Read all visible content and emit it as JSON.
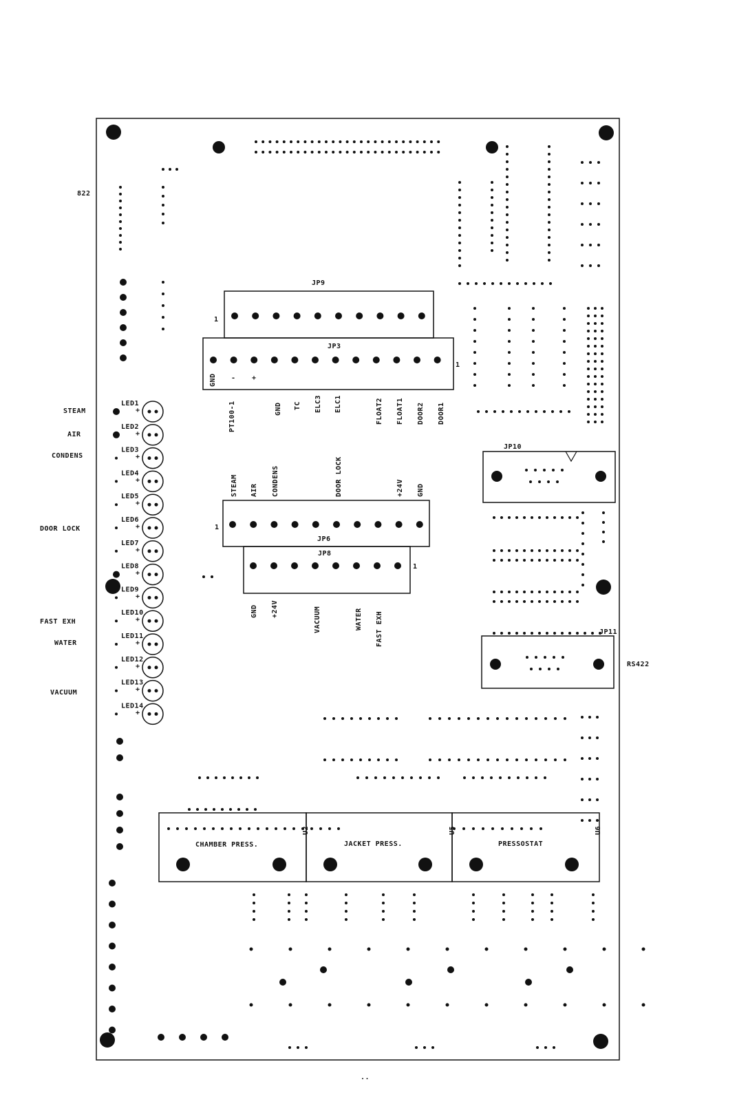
{
  "board": {
    "id_label": "822",
    "footer_mark": ".."
  },
  "side_labels": {
    "steam": "STEAM",
    "air": "AIR",
    "condens": "CONDENS",
    "door_lock": "DOOR LOCK",
    "fast_exh": "FAST EXH",
    "water": "WATER",
    "vacuum": "VACUUM",
    "rs422": "RS422"
  },
  "leds": [
    "LED1",
    "LED2",
    "LED3",
    "LED4",
    "LED5",
    "LED6",
    "LED7",
    "LED8",
    "LED9",
    "LED10",
    "LED11",
    "LED12",
    "LED13",
    "LED14"
  ],
  "jp9": {
    "name": "JP9",
    "pin1": "1"
  },
  "jp3": {
    "name": "JP3",
    "pin1": "1",
    "pins": [
      "GND",
      "-",
      "+",
      "",
      "",
      "",
      "",
      "",
      "",
      ""
    ],
    "signals": [
      "PT100-1",
      "",
      "GND",
      "TC",
      "ELC3",
      "ELC1",
      "",
      "FLOAT2",
      "FLOAT1",
      "DOOR2",
      "DOOR1"
    ]
  },
  "jp6": {
    "name": "JP6",
    "pin1": "1",
    "signals": [
      "STEAM",
      "AIR",
      "CONDENS",
      "",
      "",
      "DOOR LOCK",
      "",
      "",
      "+24V",
      "GND"
    ]
  },
  "jp8": {
    "name": "JP8",
    "pin1": "1",
    "signals": [
      "GND",
      "+24V",
      "",
      "VACUUM",
      "",
      "WATER",
      "FAST EXH",
      ""
    ]
  },
  "jp10": {
    "name": "JP10"
  },
  "jp11": {
    "name": "JP11"
  },
  "sensors": [
    {
      "label": "CHAMBER PRESS.",
      "ref": "U2"
    },
    {
      "label": "JACKET PRESS.",
      "ref": "U5"
    },
    {
      "label": "PRESSOSTAT",
      "ref": "U6"
    }
  ]
}
